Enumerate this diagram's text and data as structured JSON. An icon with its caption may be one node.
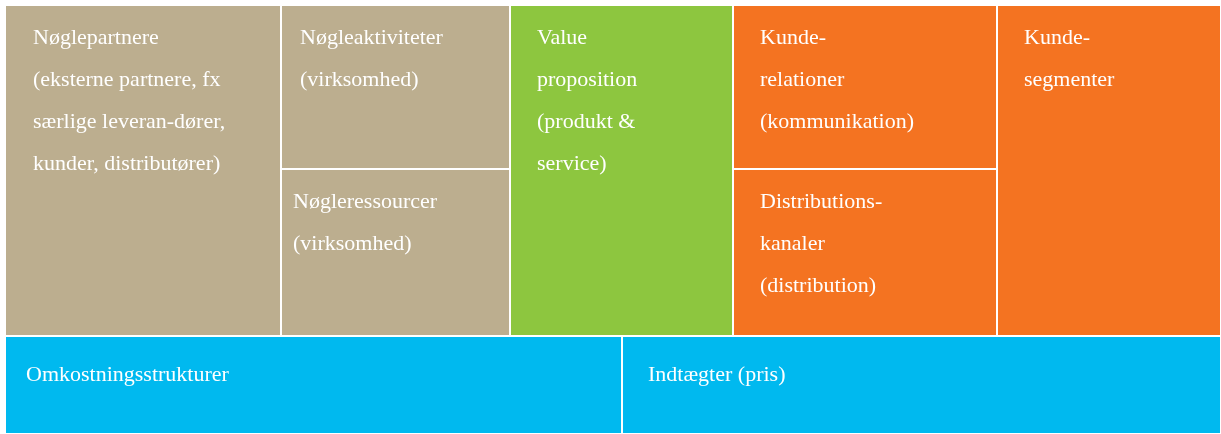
{
  "diagram": {
    "nodes": [
      {
        "text": [
          "Nøglepartnere",
          "(eksterne partnere, fx særlige leveran-dører, kunder, distributører)"
        ]
      },
      {
        "text": [
          "Nøgleaktiviteter",
          "(virksomhed)"
        ]
      },
      {
        "text": [
          "Nøgleressourcer",
          "(virksomhed)"
        ]
      },
      {
        "text": [
          "Value proposition",
          "(produkt & service)"
        ]
      },
      {
        "text": [
          "Kunde-relationer",
          "(kommunikation)"
        ]
      },
      {
        "text": [
          "Distributions-kanaler",
          "(distribution)"
        ]
      },
      {
        "text": [
          "Kunde-segmenter"
        ]
      },
      {
        "text": [
          "Omkostningsstrukturer"
        ]
      },
      {
        "text": [
          "Indtægter (pris)"
        ]
      }
    ]
  }
}
